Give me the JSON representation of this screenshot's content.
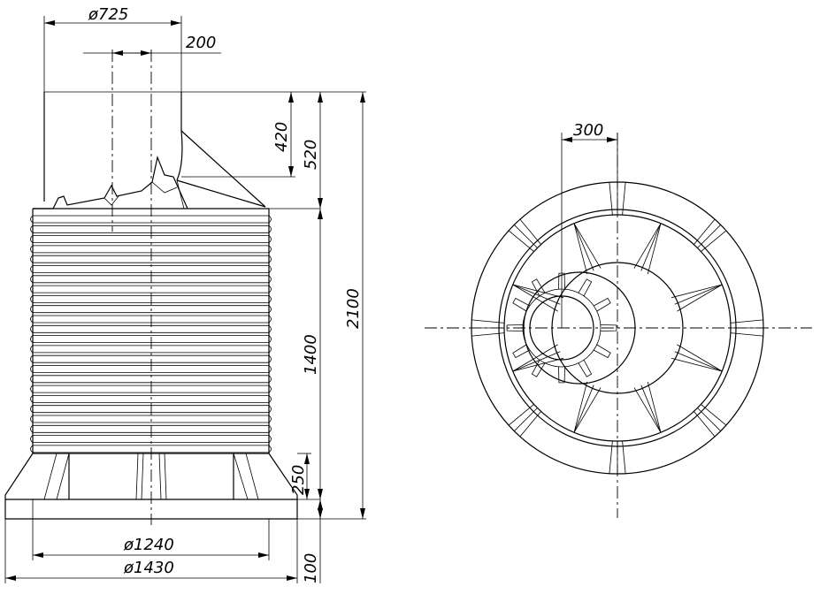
{
  "drawing": {
    "side_view": {
      "dimensions": {
        "neck_diameter": "ø725",
        "offset": "200",
        "neck_height": "420",
        "cone_height": "520",
        "total_height": "2100",
        "body_height": "1400",
        "base_step": "250",
        "base_height": "100",
        "body_diameter": "ø1240",
        "base_diameter": "ø1430"
      }
    },
    "top_view": {
      "dimensions": {
        "offset": "300"
      }
    }
  }
}
